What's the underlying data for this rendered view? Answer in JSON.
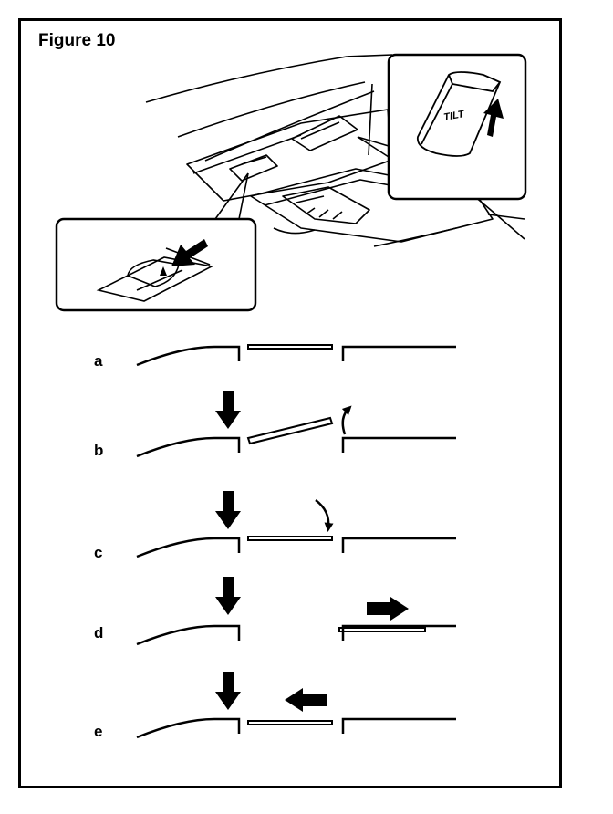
{
  "figure": {
    "title": "Figure 10",
    "switch_labels": {
      "tilt": "TILT"
    },
    "steps": [
      {
        "label": "a"
      },
      {
        "label": "b"
      },
      {
        "label": "c"
      },
      {
        "label": "d"
      },
      {
        "label": "e"
      }
    ]
  }
}
